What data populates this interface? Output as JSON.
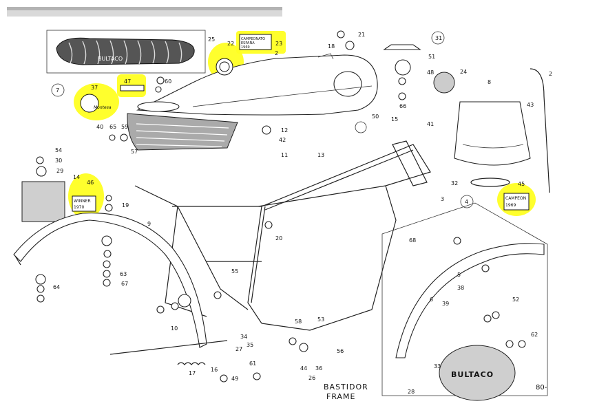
{
  "title": {
    "es": "BASTIDOR",
    "en": "FRAME"
  },
  "page_number": "80-",
  "brand_text": {
    "rear_plate": "BULTACO",
    "seat_sticker": "BULTACO"
  },
  "sticker_text": {
    "p23": [
      "CAMPEONATO",
      "ESPAÑA",
      "1969"
    ],
    "p46": [
      "WINNER",
      "1970"
    ],
    "p45": [
      "CAMPEON",
      "1969"
    ],
    "p37": "Montesa"
  },
  "highlight_color": "#ffff22",
  "callouts": [
    "2",
    "3",
    "4",
    "5",
    "6",
    "7",
    "8",
    "9",
    "10",
    "11",
    "12",
    "13",
    "14",
    "15",
    "16",
    "17",
    "18",
    "19",
    "20",
    "21",
    "22",
    "23",
    "24",
    "25",
    "26",
    "27",
    "28",
    "29",
    "30",
    "31",
    "32",
    "33",
    "34",
    "35",
    "36",
    "37",
    "38",
    "39",
    "40",
    "41",
    "42",
    "43",
    "44",
    "45",
    "46",
    "47",
    "48",
    "49",
    "50",
    "51",
    "52",
    "53",
    "54",
    "55",
    "56",
    "57",
    "58",
    "59",
    "60",
    "61",
    "62",
    "63",
    "64",
    "65",
    "66",
    "67",
    "68"
  ]
}
